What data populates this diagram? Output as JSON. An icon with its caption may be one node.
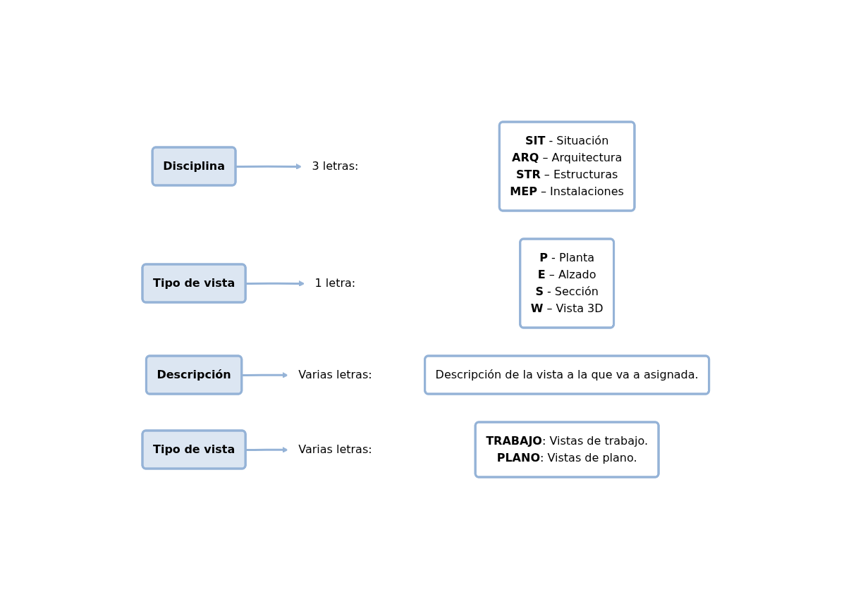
{
  "diagram": {
    "nodes": [
      {
        "text": [
          "Disciplina"
        ]
      },
      {
        "text": [
          "3 letras:"
        ]
      },
      {
        "text": [
          "**SIT** - Situación",
          "**ARQ** – Arquitectura",
          "**STR** – Estructuras",
          "**MEP** – Instalaciones"
        ]
      },
      {
        "text": [
          "Tipo de vista"
        ]
      },
      {
        "text": [
          "1 letra:"
        ]
      },
      {
        "text": [
          "**P** - Planta",
          "**E** – Alzado",
          "**S** - Sección",
          "**W** – Vista 3D"
        ]
      },
      {
        "text": [
          "Descripción"
        ]
      },
      {
        "text": [
          "Varias letras:"
        ]
      },
      {
        "text": [
          "Descripción de la vista a la que va a asignada."
        ]
      },
      {
        "text": [
          "Tipo de vista"
        ]
      },
      {
        "text": [
          "Varias letras:"
        ]
      },
      {
        "text": [
          "**TRABAJO**: Vistas de trabajo.",
          "**PLANO**: Vistas de plano."
        ]
      }
    ],
    "edges": [
      {
        "from": 0,
        "to": 1,
        "arrow": "to"
      },
      {
        "from": 3,
        "to": 4,
        "arrow": "to"
      },
      {
        "from": 6,
        "to": 7,
        "arrow": "to"
      },
      {
        "from": 9,
        "to": 10,
        "arrow": "to"
      }
    ]
  }
}
